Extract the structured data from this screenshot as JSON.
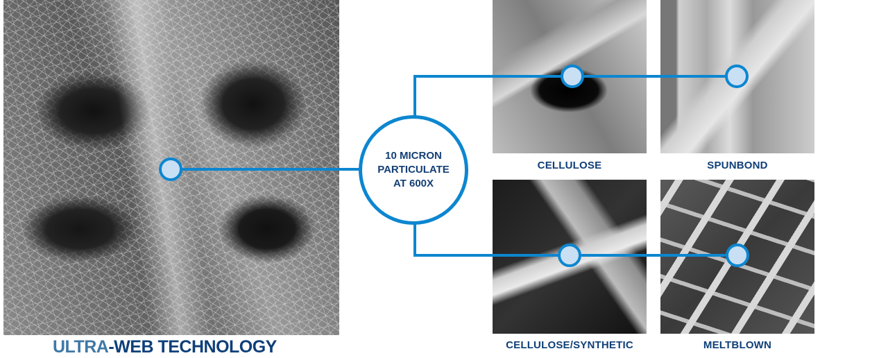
{
  "main": {
    "title_accent": "ULTRA",
    "title_rest": "-WEB TECHNOLOGY",
    "image_alt": "Ultra-Web nanofiber SEM image"
  },
  "center_circle": {
    "lines": [
      "10 MICRON",
      "PARTICULATE",
      "AT 600X"
    ]
  },
  "samples": [
    {
      "label": "CELLULOSE"
    },
    {
      "label": "SPUNBOND"
    },
    {
      "label": "CELLULOSE/SYNTHETIC"
    },
    {
      "label": "MELTBLOWN"
    }
  ],
  "colors": {
    "accent_blue": "#0d86d0",
    "dot_fill": "#c9dff4",
    "label_navy": "#0f3f78",
    "title_light": "#3f78a6"
  }
}
